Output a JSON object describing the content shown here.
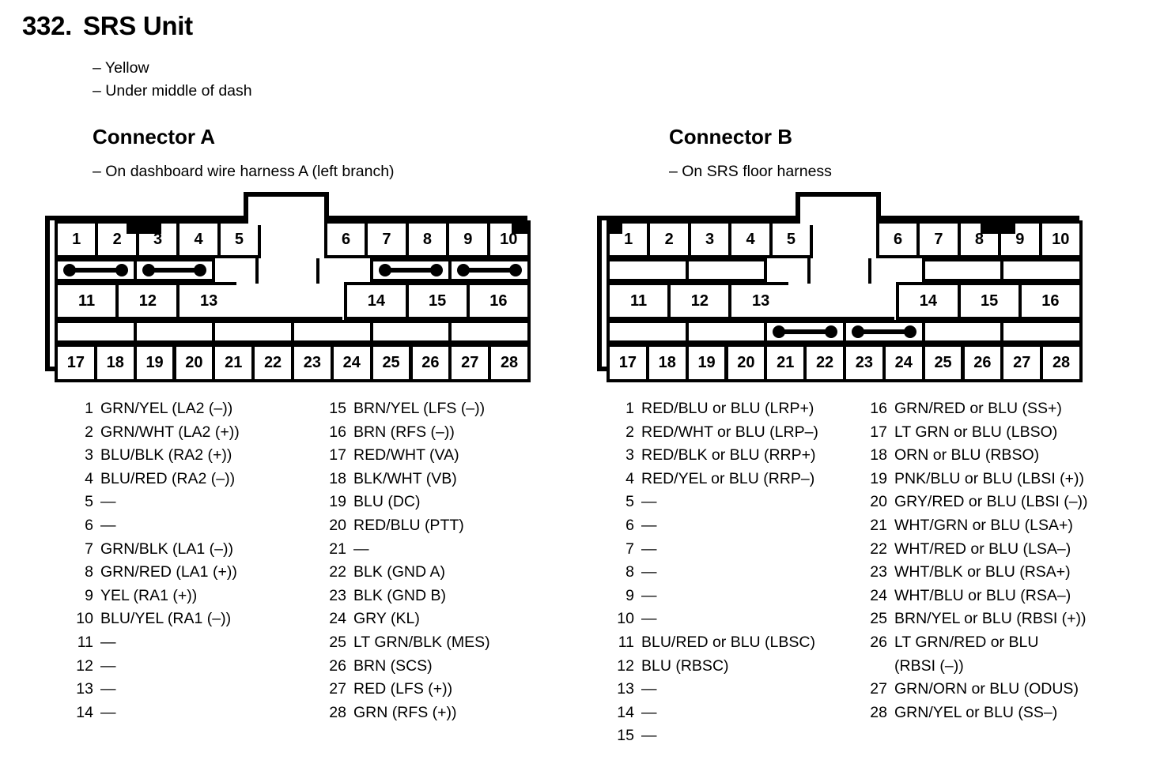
{
  "title": {
    "number": "332.",
    "name": "SRS Unit"
  },
  "notes": [
    "– Yellow",
    "– Under middle of dash"
  ],
  "connectors": [
    {
      "id": "a",
      "title": "Connector A",
      "note": "– On dashboard wire harness A (left branch)",
      "top_row": [
        "1",
        "2",
        "3",
        "4",
        "5",
        "6",
        "7",
        "8",
        "9",
        "10"
      ],
      "mid_row": [
        "11",
        "12",
        "13",
        "14",
        "15",
        "16"
      ],
      "bottom_row": [
        "17",
        "18",
        "19",
        "20",
        "21",
        "22",
        "23",
        "24",
        "25",
        "26",
        "27",
        "28"
      ],
      "jumpers_upper": [
        true,
        true,
        false,
        false,
        true,
        true
      ],
      "jumpers_lower": [
        false,
        false,
        false,
        false,
        false,
        false
      ],
      "keytabs": [
        "between-2-3",
        "corner-10-right"
      ],
      "pins_left": [
        {
          "n": "1",
          "v": "GRN/YEL (LA2 (–))"
        },
        {
          "n": "2",
          "v": "GRN/WHT (LA2 (+))"
        },
        {
          "n": "3",
          "v": "BLU/BLK (RA2 (+))"
        },
        {
          "n": "4",
          "v": "BLU/RED (RA2 (–))"
        },
        {
          "n": "5",
          "v": "—"
        },
        {
          "n": "6",
          "v": "—"
        },
        {
          "n": "7",
          "v": "GRN/BLK (LA1 (–))"
        },
        {
          "n": "8",
          "v": "GRN/RED (LA1 (+))"
        },
        {
          "n": "9",
          "v": "YEL (RA1 (+))"
        },
        {
          "n": "10",
          "v": "BLU/YEL (RA1 (–))"
        },
        {
          "n": "11",
          "v": "—"
        },
        {
          "n": "12",
          "v": "—"
        },
        {
          "n": "13",
          "v": "—"
        },
        {
          "n": "14",
          "v": "—"
        }
      ],
      "pins_right": [
        {
          "n": "15",
          "v": "BRN/YEL (LFS (–))"
        },
        {
          "n": "16",
          "v": "BRN (RFS (–))"
        },
        {
          "n": "17",
          "v": "RED/WHT (VA)"
        },
        {
          "n": "18",
          "v": "BLK/WHT (VB)"
        },
        {
          "n": "19",
          "v": "BLU (DC)"
        },
        {
          "n": "20",
          "v": "RED/BLU (PTT)"
        },
        {
          "n": "21",
          "v": "—"
        },
        {
          "n": "22",
          "v": "BLK (GND A)"
        },
        {
          "n": "23",
          "v": "BLK (GND B)"
        },
        {
          "n": "24",
          "v": "GRY (KL)"
        },
        {
          "n": "25",
          "v": "LT GRN/BLK (MES)"
        },
        {
          "n": "26",
          "v": "BRN (SCS)"
        },
        {
          "n": "27",
          "v": "RED (LFS (+))"
        },
        {
          "n": "28",
          "v": "GRN (RFS (+))"
        }
      ]
    },
    {
      "id": "b",
      "title": "Connector B",
      "note": "– On SRS floor harness",
      "top_row": [
        "1",
        "2",
        "3",
        "4",
        "5",
        "6",
        "7",
        "8",
        "9",
        "10"
      ],
      "mid_row": [
        "11",
        "12",
        "13",
        "14",
        "15",
        "16"
      ],
      "bottom_row": [
        "17",
        "18",
        "19",
        "20",
        "21",
        "22",
        "23",
        "24",
        "25",
        "26",
        "27",
        "28"
      ],
      "jumpers_upper": [
        false,
        false,
        false,
        false,
        false,
        false
      ],
      "jumpers_lower": [
        false,
        false,
        true,
        true,
        false,
        false
      ],
      "keytabs": [
        "corner-1-left",
        "between-8-9"
      ],
      "pins_left": [
        {
          "n": "1",
          "v": "RED/BLU or BLU (LRP+)"
        },
        {
          "n": "2",
          "v": "RED/WHT or BLU (LRP–)"
        },
        {
          "n": "3",
          "v": "RED/BLK or BLU (RRP+)"
        },
        {
          "n": "4",
          "v": "RED/YEL or BLU (RRP–)"
        },
        {
          "n": "5",
          "v": "—"
        },
        {
          "n": "6",
          "v": "—"
        },
        {
          "n": "7",
          "v": "—"
        },
        {
          "n": "8",
          "v": "—"
        },
        {
          "n": "9",
          "v": "—"
        },
        {
          "n": "10",
          "v": "—"
        },
        {
          "n": "11",
          "v": "BLU/RED or BLU (LBSC)"
        },
        {
          "n": "12",
          "v": "BLU (RBSC)"
        },
        {
          "n": "13",
          "v": "—"
        },
        {
          "n": "14",
          "v": "—"
        },
        {
          "n": "15",
          "v": "—"
        }
      ],
      "pins_right": [
        {
          "n": "16",
          "v": "GRN/RED or BLU (SS+)"
        },
        {
          "n": "17",
          "v": "LT GRN or BLU (LBSO)"
        },
        {
          "n": "18",
          "v": "ORN or BLU (RBSO)"
        },
        {
          "n": "19",
          "v": "PNK/BLU or BLU (LBSI (+))"
        },
        {
          "n": "20",
          "v": "GRY/RED or BLU (LBSI (–))"
        },
        {
          "n": "21",
          "v": "WHT/GRN or BLU (LSA+)"
        },
        {
          "n": "22",
          "v": "WHT/RED or BLU (LSA–)"
        },
        {
          "n": "23",
          "v": "WHT/BLK or BLU (RSA+)"
        },
        {
          "n": "24",
          "v": "WHT/BLU or BLU (RSA–)"
        },
        {
          "n": "25",
          "v": "BRN/YEL or BLU (RBSI (+))"
        },
        {
          "n": "26",
          "v": "LT GRN/RED or BLU",
          "cont": "(RBSI (–))"
        },
        {
          "n": "27",
          "v": "GRN/ORN or BLU (ODUS)"
        },
        {
          "n": "28",
          "v": "GRN/YEL or BLU (SS–)"
        }
      ]
    }
  ]
}
